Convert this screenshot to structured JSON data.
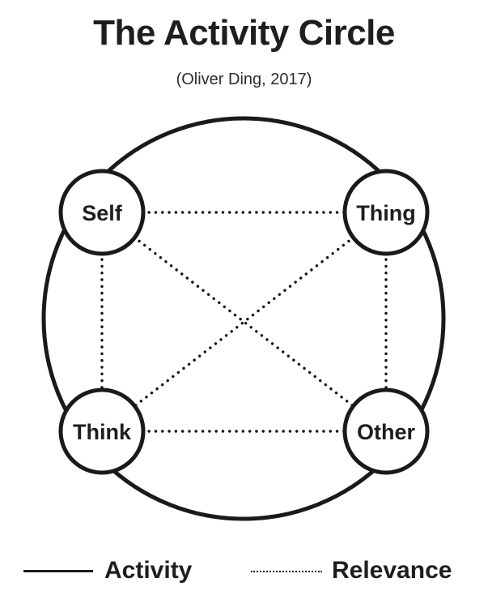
{
  "page": {
    "title": "The Activity Circle",
    "subtitle": "(Oliver Ding, 2017)"
  },
  "diagram": {
    "type": "network-diagram",
    "description_visible": "Four labeled nodes placed on a large circle, all pairs connected by dotted lines",
    "outer_circle_meaning": "Activity",
    "dotted_line_meaning": "Relevance",
    "nodes": [
      {
        "id": "self",
        "label": "Self",
        "position": "top-left"
      },
      {
        "id": "thing",
        "label": "Thing",
        "position": "top-right"
      },
      {
        "id": "think",
        "label": "Think",
        "position": "bottom-left"
      },
      {
        "id": "other",
        "label": "Other",
        "position": "bottom-right"
      }
    ],
    "edges": [
      {
        "from": "self",
        "to": "thing",
        "style": "dotted"
      },
      {
        "from": "think",
        "to": "other",
        "style": "dotted"
      },
      {
        "from": "self",
        "to": "think",
        "style": "dotted"
      },
      {
        "from": "thing",
        "to": "other",
        "style": "dotted"
      },
      {
        "from": "self",
        "to": "other",
        "style": "dotted"
      },
      {
        "from": "thing",
        "to": "think",
        "style": "dotted"
      }
    ],
    "colors": {
      "stroke": "#1a1a1a",
      "node_fill": "#ffffff",
      "text": "#1e1e1e",
      "background": "#ffffff"
    }
  },
  "legend": {
    "items": [
      {
        "label": "Activity",
        "line_style": "solid"
      },
      {
        "label": "Relevance",
        "line_style": "dotted"
      }
    ]
  }
}
